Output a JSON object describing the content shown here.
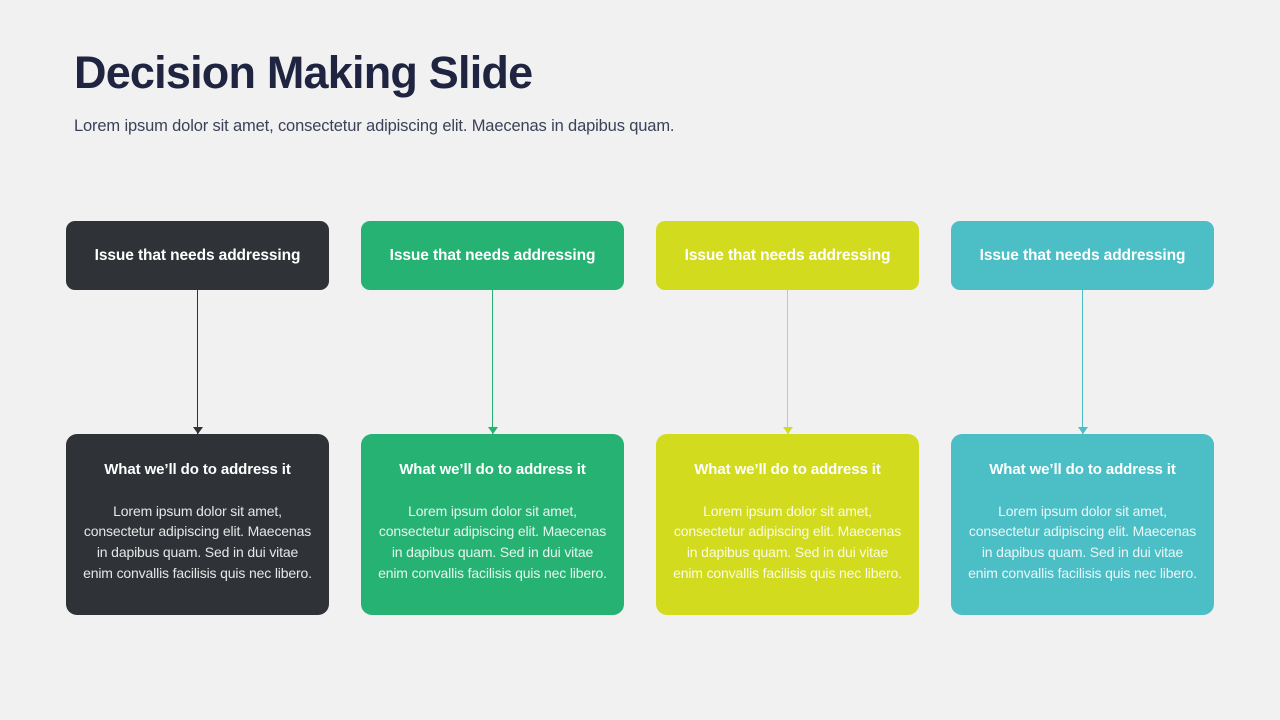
{
  "header": {
    "title": "Decision Making Slide",
    "subtitle": "Lorem ipsum dolor sit amet, consectetur adipiscing elit. Maecenas in dapibus quam."
  },
  "theme": {
    "background": "#f1f1f1",
    "title_color": "#1f2440",
    "subtitle_color": "#3b4258"
  },
  "columns": [
    {
      "color": "#2f3337",
      "issue_label": "Issue that needs addressing",
      "action_title": "What we’ll do to address it",
      "action_body": "Lorem ipsum dolor sit amet, consectetur adipiscing elit. Maecenas in dapibus quam. Sed in dui vitae enim convallis facilisis quis nec libero."
    },
    {
      "color": "#26b273",
      "issue_label": "Issue that needs addressing",
      "action_title": "What we’ll do to address it",
      "action_body": "Lorem ipsum dolor sit amet, consectetur adipiscing elit. Maecenas in dapibus quam. Sed in dui vitae enim convallis facilisis quis nec libero."
    },
    {
      "color": "#d2db1e",
      "issue_label": "Issue that needs addressing",
      "action_title": "What we’ll do to address it",
      "action_body": "Lorem ipsum dolor sit amet, consectetur adipiscing elit. Maecenas in dapibus quam. Sed in dui vitae enim convallis facilisis quis nec libero."
    },
    {
      "color": "#4bbec6",
      "issue_label": "Issue that needs addressing",
      "action_title": "What we’ll do to address it",
      "action_body": "Lorem ipsum dolor sit amet, consectetur adipiscing elit. Maecenas in dapibus quam. Sed in dui vitae enim convallis facilisis quis nec libero."
    }
  ]
}
